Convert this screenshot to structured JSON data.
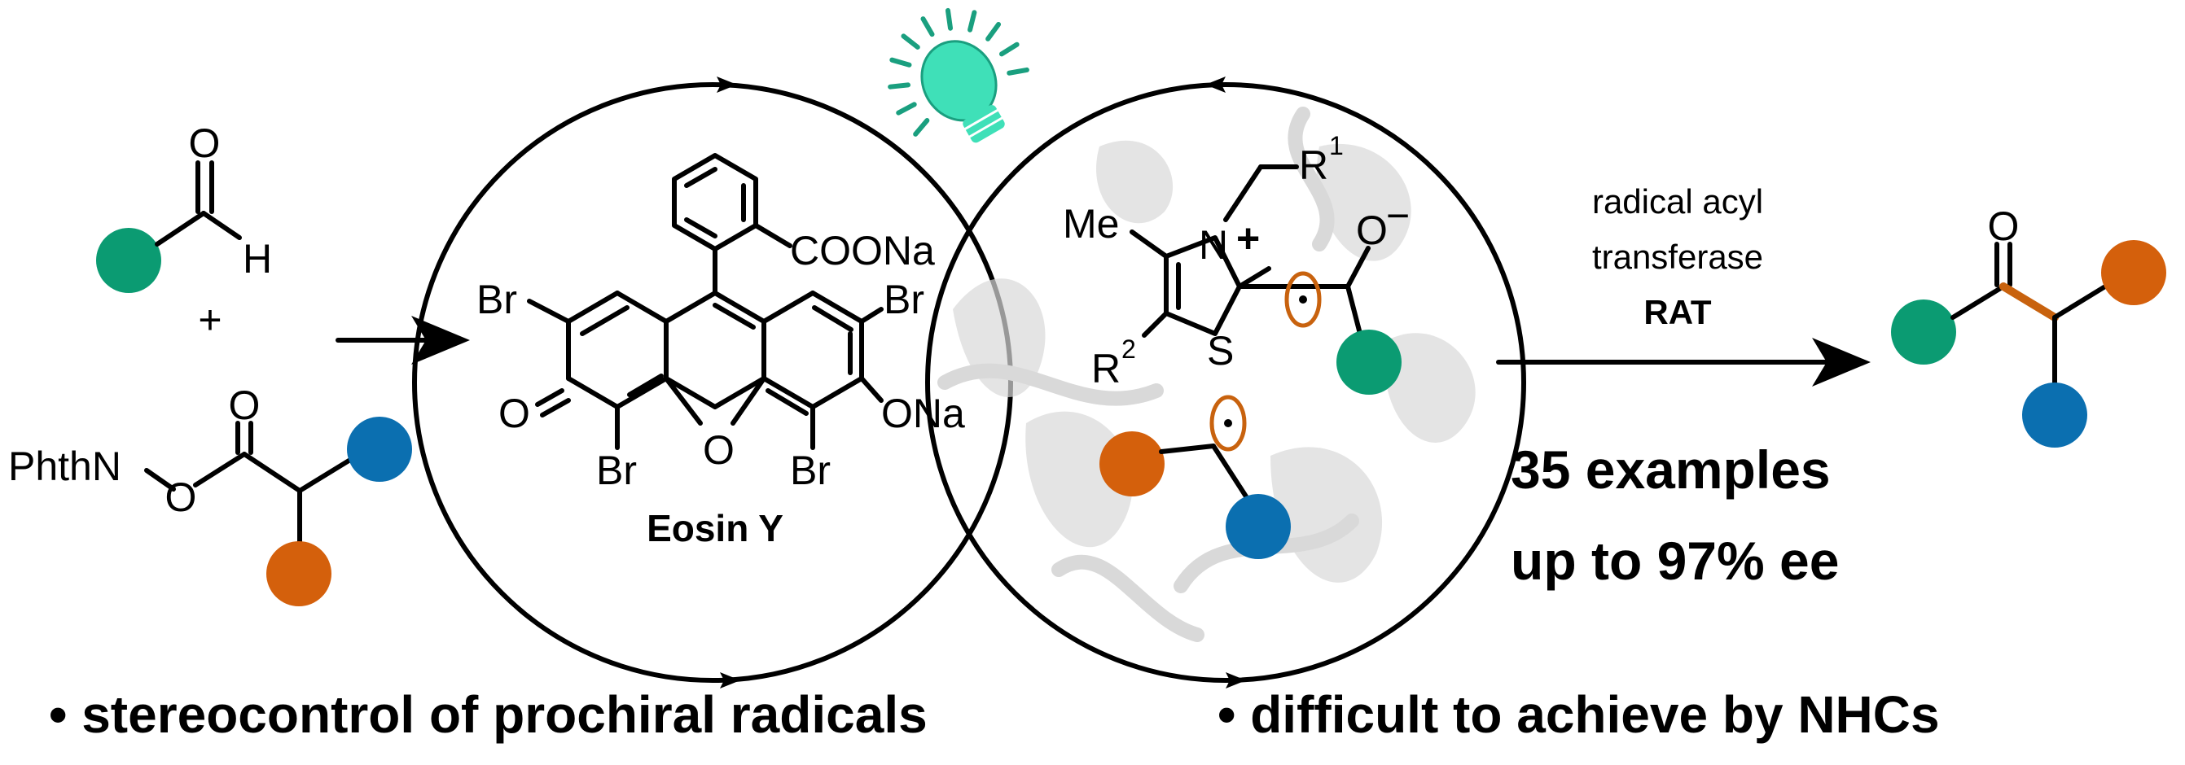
{
  "colors": {
    "green": "#0b9b72",
    "orange": "#d4600c",
    "blue": "#0b6fb0",
    "lamp": "#3fe0b8",
    "lamp_rays": "#1a9f7f",
    "protein": "#d9d9d9",
    "radical_bond": "#c8620e"
  },
  "icons": {
    "lamp": "light-bulb-icon"
  },
  "reactants": {
    "aldehyde_o": "O",
    "aldehyde_h": "H",
    "plus": "+",
    "ester_o_top": "O",
    "ester_o_bottom": "O",
    "phthn": "PhthN"
  },
  "eosin": {
    "coona": "COONa",
    "br_top_left": "Br",
    "br_top_right": "Br",
    "br_bottom_left": "Br",
    "br_bottom_right": "Br",
    "ketone_o": "O",
    "ring_o": "O",
    "ona": "ONa",
    "name": "Eosin Y"
  },
  "enzyme": {
    "me": "Me",
    "n": "N",
    "n_charge": "+",
    "r1": "R",
    "r1_sup": "1",
    "r2": "R",
    "r2_sup": "2",
    "s": "S",
    "o_minus": "O",
    "minus": "−"
  },
  "reaction_arrow": {
    "label_line1": "radical acyl",
    "label_line2": "transferase",
    "label_line3": "RAT"
  },
  "product": {
    "o": "O"
  },
  "stats": {
    "line1": "35 examples",
    "line2": "up to 97% ee"
  },
  "bullets": [
    "• stereocontrol of prochiral radicals",
    "• difficult to achieve by NHCs"
  ]
}
